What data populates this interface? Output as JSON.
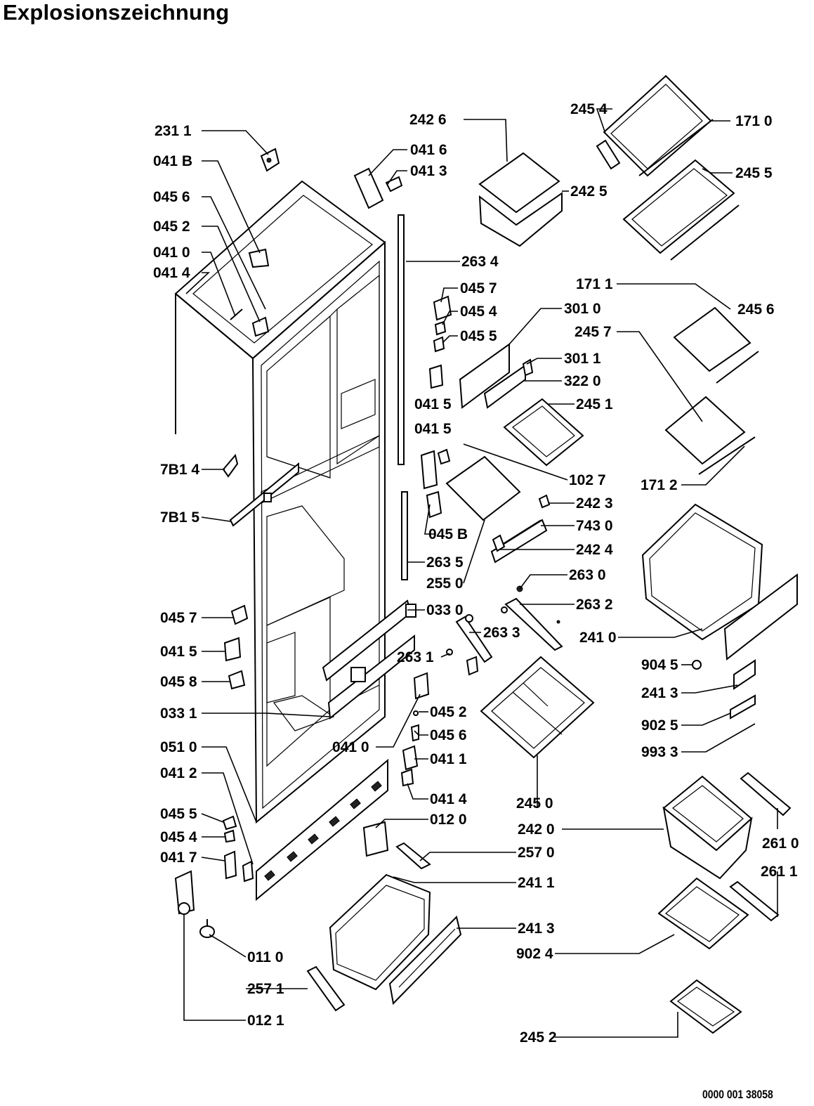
{
  "title": "Explosionszeichnung",
  "document_number": "0000 001 38058",
  "labels": {
    "l2311": "231 1",
    "l041B_top": "041 B",
    "l0456_top": "045 6",
    "l0452_top": "045 2",
    "l0410_top": "041 0",
    "l0414_top": "041 4",
    "l7814": "7B1 4",
    "l7815": "7B1 5",
    "l0457_l": "045 7",
    "l0415_l": "041 5",
    "l0458_l": "045 8",
    "l0331": "033 1",
    "l0510": "051 0",
    "l0412": "041 2",
    "l0455_l": "045 5",
    "l0454_l": "045 4",
    "l0417": "041 7",
    "l0110": "011 0",
    "l2571": "257 1",
    "l0121": "012 1",
    "l2426": "242 6",
    "l0416": "041 6",
    "l0413": "041 3",
    "l2425": "242 5",
    "l2634": "263 4",
    "l0457_m": "045 7",
    "l0454_m": "045 4",
    "l0455_m": "045 5",
    "l0415_m1": "041 5",
    "l0415_m2": "041 5",
    "l045B_m": "045 B",
    "l2635": "263 5",
    "l2550": "255 0",
    "l0330": "033 0",
    "l2631": "263 1",
    "l2633": "263 3",
    "l0410_m": "041 0",
    "l0452_m": "045 2",
    "l0456_m": "045 6",
    "l0411": "041 1",
    "l0414_m": "041 4",
    "l0120": "012 0",
    "l2570": "257 0",
    "l2411": "241 1",
    "l2413_b": "241 3",
    "l9024": "902 4",
    "l2452": "245 2",
    "l3010": "301 0",
    "l3011": "301 1",
    "l3220": "322 0",
    "l2451": "245 1",
    "l1027": "102 7",
    "l2423": "242 3",
    "l7430": "743 0",
    "l2424": "242 4",
    "l2630": "263 0",
    "l2632": "263 2",
    "l2450": "245 0",
    "l2420": "242 0",
    "l2454": "245 4",
    "l1710": "171 0",
    "l2455": "245 5",
    "l1711": "171 1",
    "l2456": "245 6",
    "l2457": "245 7",
    "l1712": "171 2",
    "l2410": "241 0",
    "l9045": "904 5",
    "l2413_r": "241 3",
    "l9025": "902 5",
    "l9933": "993 3",
    "l2610": "261 0",
    "l2611": "261 1"
  }
}
